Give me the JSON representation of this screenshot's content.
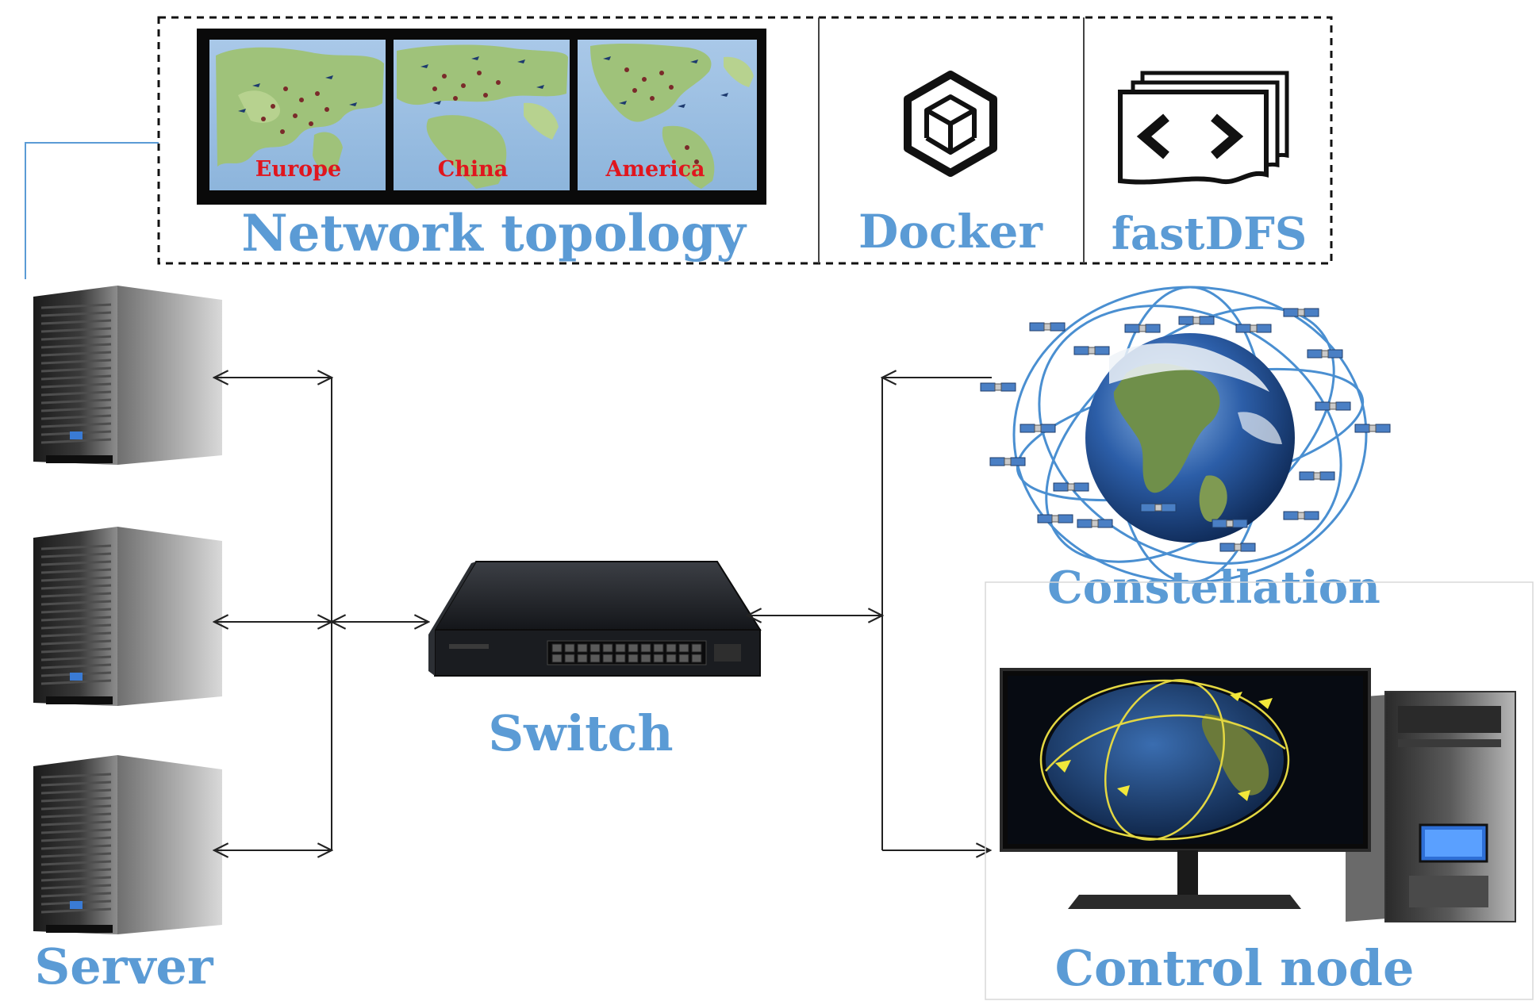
{
  "diagram": {
    "top_panel": {
      "network_topology_label": "Network topology",
      "docker_label": "Docker",
      "fastdfs_label": "fastDFS",
      "maps": [
        {
          "region": "Europe"
        },
        {
          "region": "China"
        },
        {
          "region": "America"
        }
      ]
    },
    "nodes": {
      "server_label": "Server",
      "switch_label": "Switch",
      "constellation_label": "Constellation",
      "control_node_label": "Control node"
    },
    "icons": {
      "docker": "cube-icon",
      "fastdfs": "code-files-icon",
      "server": "tower-server-icon",
      "switch": "network-switch-icon",
      "constellation": "satellite-globe-icon",
      "control_node": "desktop-computer-icon"
    },
    "colors": {
      "label_blue": "#5b9bd5",
      "region_red": "#e0161e",
      "connector": "#222222"
    }
  }
}
